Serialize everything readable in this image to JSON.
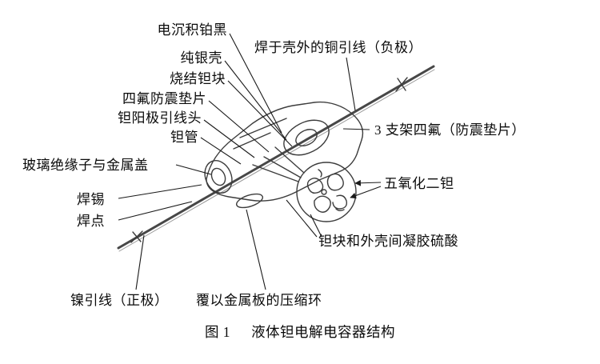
{
  "figure": {
    "caption_label": "图 1",
    "caption_text": "液体钽电解电容器结构"
  },
  "labels": {
    "platinum_black": "电沉积铂黑",
    "copper_lead_negative": "焊于壳外的铜引线（负极）",
    "silver_shell": "纯银壳",
    "sintered_tantalum_block": "烧结钽块",
    "ptfe_shock_gasket": "四氟防震垫片",
    "tantalum_anode_lead_head": "钽阳极引线头",
    "tantalum_tube": "钽管",
    "bracket_ptfe": "3 支架四氟（防震垫片）",
    "glass_insulator_metal_cover": "玻璃绝缘子与金属盖",
    "tantalum_pentoxide": "五氧化二钽",
    "solder": "焊锡",
    "solder_joint": "焊点",
    "gel_sulfuric_acid": "钽块和外壳间凝胶硫酸",
    "nickel_lead_positive": "镍引线（正极）",
    "metal_plate_compression_ring": "覆以金属板的压缩环"
  }
}
